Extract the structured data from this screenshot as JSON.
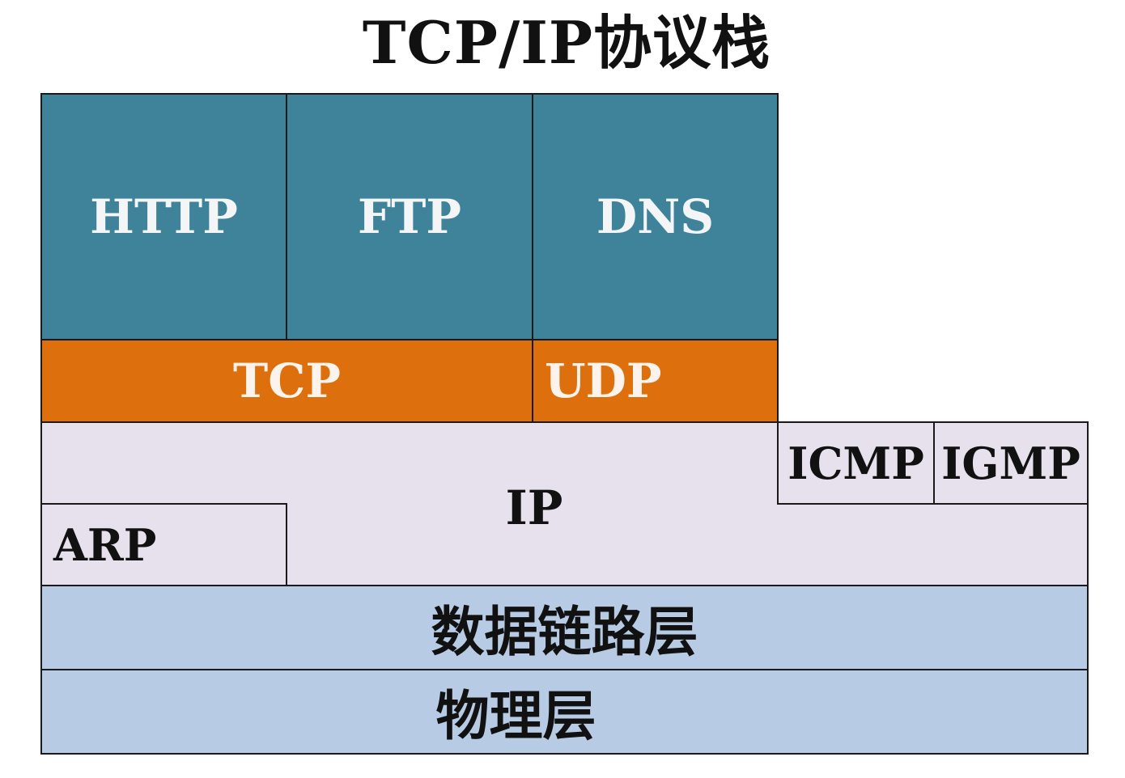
{
  "title": "TCP/IP协议栈",
  "application_layer": {
    "http": "HTTP",
    "ftp": "FTP",
    "dns": "DNS"
  },
  "transport_layer": {
    "tcp": "TCP",
    "udp": "UDP"
  },
  "network_layer": {
    "ip": "IP",
    "arp": "ARP",
    "icmp": "ICMP",
    "igmp": "IGMP"
  },
  "data_link_layer": "数据链路层",
  "physical_layer": "物理层"
}
